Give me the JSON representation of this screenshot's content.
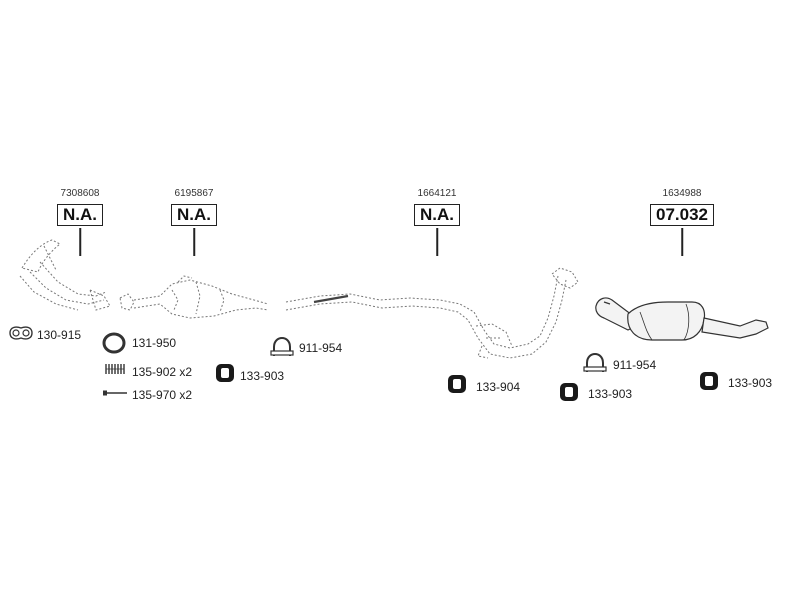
{
  "refs": [
    {
      "oem": "7308608",
      "code": "N.A."
    },
    {
      "oem": "6195867",
      "code": "N.A."
    },
    {
      "oem": "1664121",
      "code": "N.A."
    },
    {
      "oem": "1634988",
      "code": "07.032"
    }
  ],
  "parts": [
    {
      "label": "130-915",
      "icon": "gasket-icon"
    },
    {
      "label": "131-950",
      "icon": "ring-icon"
    },
    {
      "label": "135-902 x2",
      "icon": "spring-icon"
    },
    {
      "label": "135-970 x2",
      "icon": "bolt-icon"
    },
    {
      "label": "133-903",
      "icon": "rubber-mount-icon"
    },
    {
      "label": "911-954",
      "icon": "u-clamp-icon"
    },
    {
      "label": "133-904",
      "icon": "rubber-mount-icon"
    },
    {
      "label": "911-954",
      "icon": "u-clamp-icon"
    },
    {
      "label": "133-903",
      "icon": "rubber-mount-icon"
    },
    {
      "label": "133-903",
      "icon": "rubber-mount-icon"
    }
  ]
}
